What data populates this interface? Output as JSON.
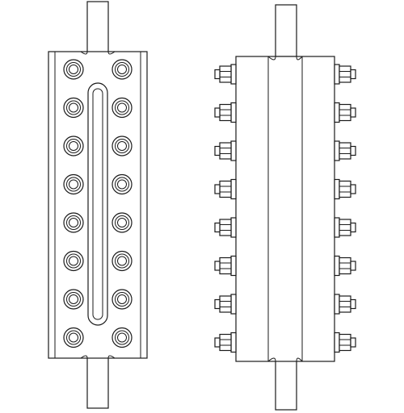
{
  "figure": {
    "views": [
      {
        "id": "front",
        "bolt_rows": 8,
        "bolt_columns": 2,
        "has_sight_window": true
      },
      {
        "id": "side",
        "bolt_rows": 8,
        "bolt_sides": 2
      }
    ],
    "colors": {
      "line": "#1a1a1a",
      "fill": "#ffffff"
    }
  }
}
